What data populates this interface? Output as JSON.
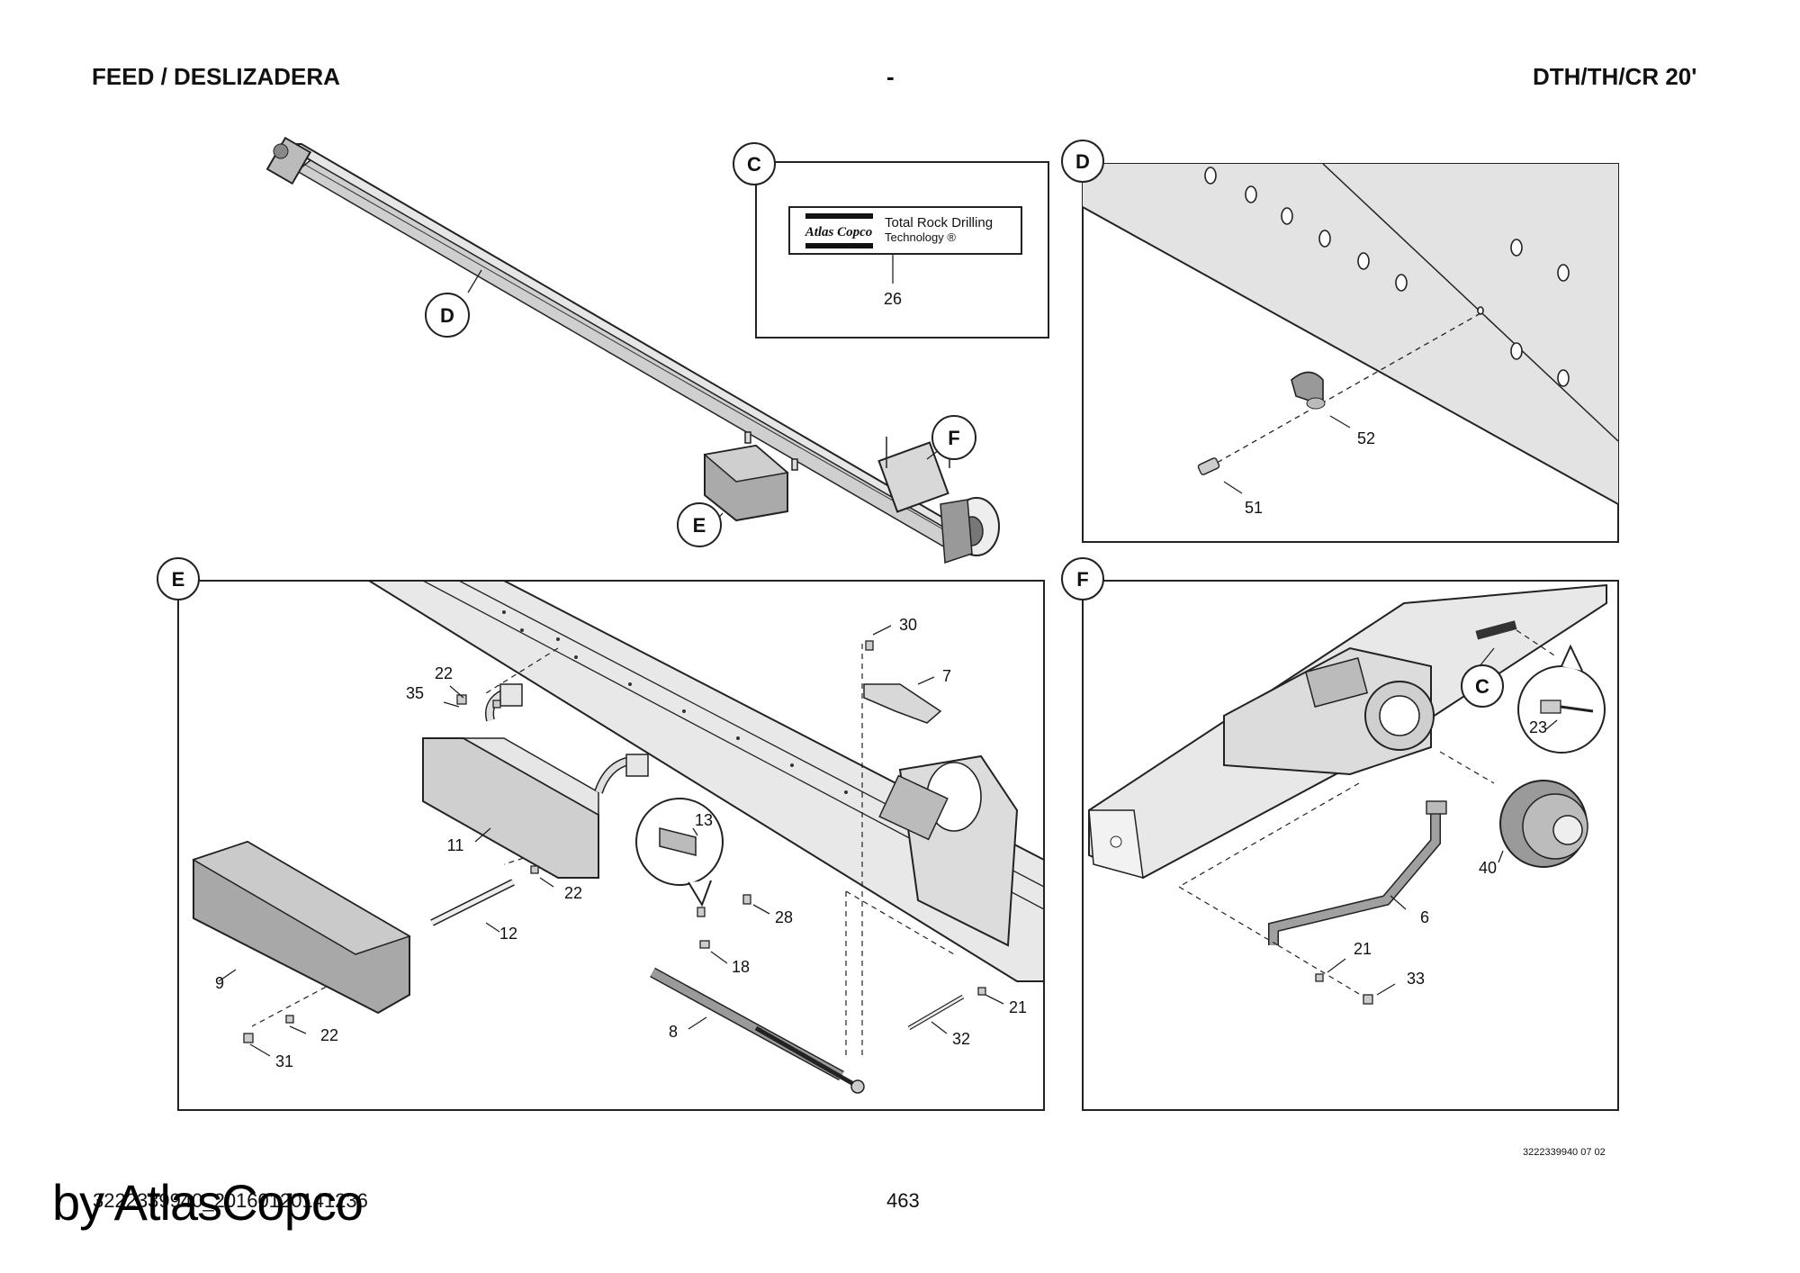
{
  "header": {
    "left": "FEED / DESLIZADERA",
    "center": "-",
    "right": "DTH/TH/CR 20'"
  },
  "footer": {
    "code": "3222339940_20160120141236",
    "page": "463",
    "drawing_ref": "3222339940 07 02"
  },
  "watermark": "by AtlasCopco",
  "detail_labels": {
    "c": "C",
    "d": "D",
    "e": "E",
    "f": "F"
  },
  "overview_refs": {
    "d": "D",
    "e": "E",
    "f": "F"
  },
  "plate": {
    "brand": "Atlas Copco",
    "line1": "Total Rock Drilling",
    "line2": "Technology ®"
  },
  "callouts": {
    "c": [
      "26"
    ],
    "d": [
      "52",
      "51"
    ],
    "e": [
      "30",
      "7",
      "22",
      "35",
      "13",
      "11",
      "22",
      "28",
      "12",
      "18",
      "9",
      "22",
      "31",
      "8",
      "32",
      "21"
    ],
    "f": [
      "C",
      "23",
      "40",
      "6",
      "21",
      "33"
    ]
  }
}
